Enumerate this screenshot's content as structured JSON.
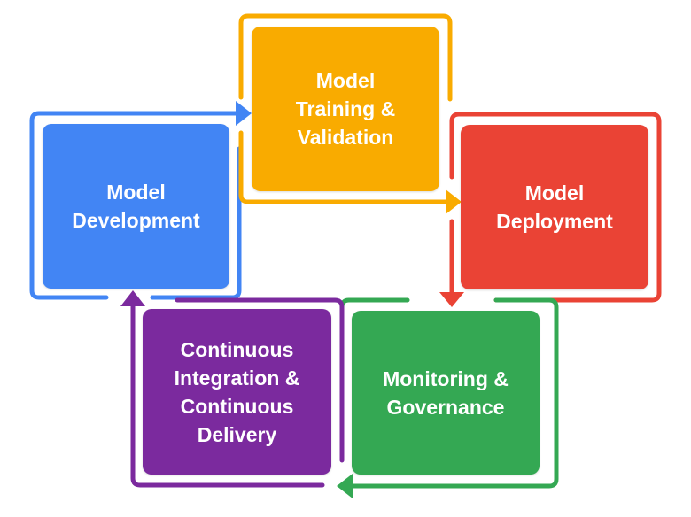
{
  "stages": [
    {
      "id": "dev",
      "label": "Model\nDevelopment",
      "color": "#4285F4"
    },
    {
      "id": "train",
      "label": "Model\nTraining &\nValidation",
      "color": "#F9AB00"
    },
    {
      "id": "deploy",
      "label": "Model\nDeployment",
      "color": "#EA4335"
    },
    {
      "id": "monitor",
      "label": "Monitoring &\nGovernance",
      "color": "#34A853"
    },
    {
      "id": "ci",
      "label": "Continuous\nIntegration &\nContinuous\nDelivery",
      "color": "#7B2A9E"
    }
  ]
}
